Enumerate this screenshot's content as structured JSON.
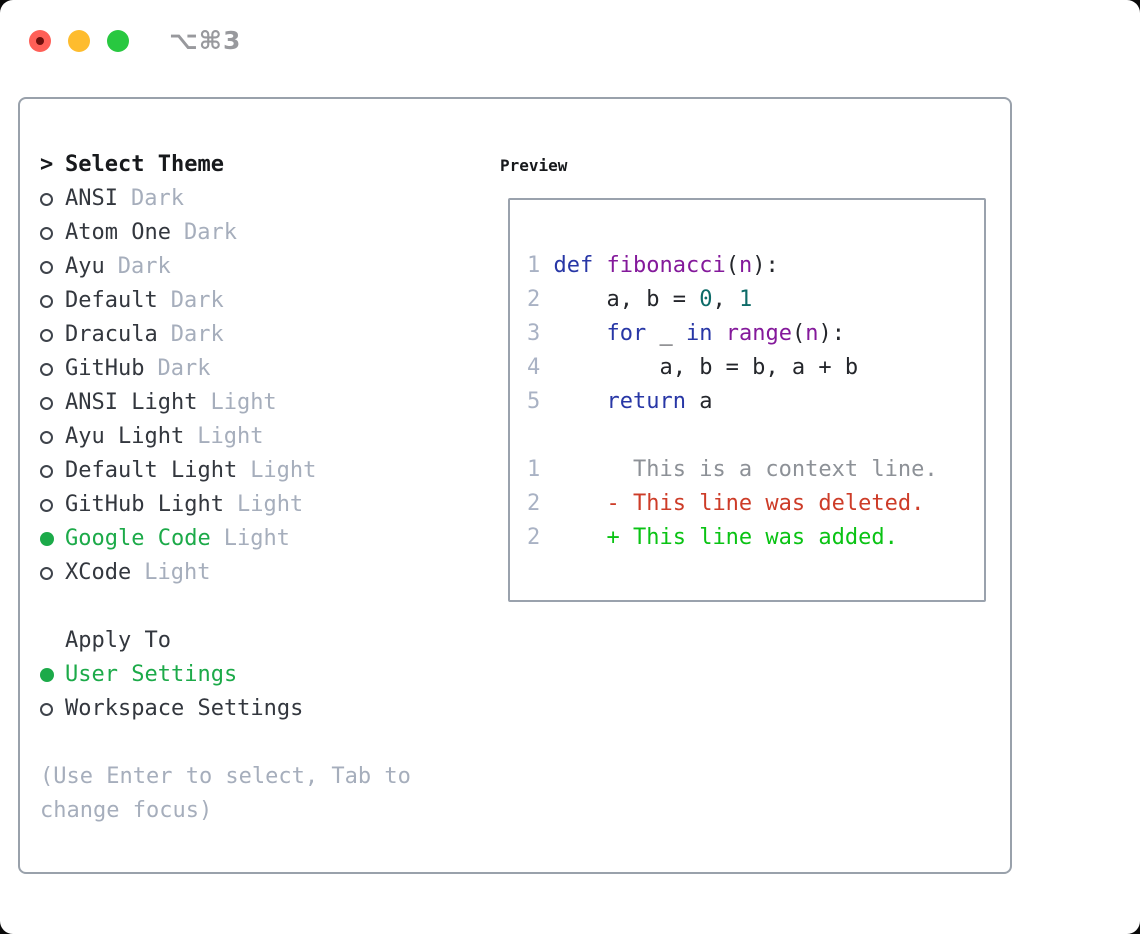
{
  "window": {
    "shortcut_label": "⌥⌘3"
  },
  "theme_panel": {
    "header_prefix": ">",
    "header": "Select Theme",
    "items": [
      {
        "name": "ANSI",
        "variant": "Dark",
        "selected": false
      },
      {
        "name": "Atom One",
        "variant": "Dark",
        "selected": false
      },
      {
        "name": "Ayu",
        "variant": "Dark",
        "selected": false
      },
      {
        "name": "Default",
        "variant": "Dark",
        "selected": false
      },
      {
        "name": "Dracula",
        "variant": "Dark",
        "selected": false
      },
      {
        "name": "GitHub",
        "variant": "Dark",
        "selected": false
      },
      {
        "name": "ANSI Light",
        "variant": "Light",
        "selected": false
      },
      {
        "name": "Ayu Light",
        "variant": "Light",
        "selected": false
      },
      {
        "name": "Default Light",
        "variant": "Light",
        "selected": false
      },
      {
        "name": "GitHub Light",
        "variant": "Light",
        "selected": false
      },
      {
        "name": "Google Code",
        "variant": "Light",
        "selected": true
      },
      {
        "name": "XCode",
        "variant": "Light",
        "selected": false
      }
    ]
  },
  "apply_panel": {
    "header": "Apply To",
    "items": [
      {
        "label": "User Settings",
        "selected": true
      },
      {
        "label": "Workspace Settings",
        "selected": false
      }
    ]
  },
  "help_lines": [
    "(Use Enter to select, Tab to",
    "change focus)"
  ],
  "preview": {
    "title": "Preview",
    "lines": [
      [
        [
          "1 ",
          "ln"
        ],
        [
          "def",
          "kwd"
        ],
        [
          " ",
          "pln"
        ],
        [
          "fibonacci",
          "typ"
        ],
        [
          "(",
          "pln"
        ],
        [
          "n",
          "typ"
        ],
        [
          "):",
          "pln"
        ]
      ],
      [
        [
          "2 ",
          "ln"
        ],
        [
          "    a, b = ",
          "pln"
        ],
        [
          "0",
          "lit"
        ],
        [
          ", ",
          "pln"
        ],
        [
          "1",
          "lit"
        ]
      ],
      [
        [
          "3 ",
          "ln"
        ],
        [
          "    ",
          "pln"
        ],
        [
          "for",
          "kwd"
        ],
        [
          " _ ",
          "pln"
        ],
        [
          "in",
          "kwd"
        ],
        [
          " ",
          "pln"
        ],
        [
          "range",
          "typ"
        ],
        [
          "(",
          "pln"
        ],
        [
          "n",
          "typ"
        ],
        [
          "):",
          "pln"
        ]
      ],
      [
        [
          "4 ",
          "ln"
        ],
        [
          "        a, b = b, a + b",
          "pln"
        ]
      ],
      [
        [
          "5 ",
          "ln"
        ],
        [
          "    ",
          "pln"
        ],
        [
          "return",
          "kwd"
        ],
        [
          " a",
          "pln"
        ]
      ],
      [],
      [
        [
          "1 ",
          "ln"
        ],
        [
          "      This is a context line.",
          "ctx"
        ]
      ],
      [
        [
          "2 ",
          "ln"
        ],
        [
          "    - This line was deleted.",
          "del"
        ]
      ],
      [
        [
          "2 ",
          "ln"
        ],
        [
          "    + This line was added.",
          "add"
        ]
      ]
    ]
  },
  "colors": {
    "accent-green": "#1caa49",
    "text-dark": "#33373e",
    "text-gray": "#a6aebc",
    "border-gray": "#99a1ab",
    "ln-gray": "#a9b2c4",
    "kwd-blue": "#2837a6",
    "typ-purple": "#84199b",
    "lit-teal": "#0d6b68",
    "ctx-gray": "#8d9197",
    "del-red": "#cd3c28",
    "add-green": "#0ac314",
    "traffic-red": "#ff5f57",
    "traffic-yellow": "#febc2e",
    "traffic-green": "#28c840"
  }
}
